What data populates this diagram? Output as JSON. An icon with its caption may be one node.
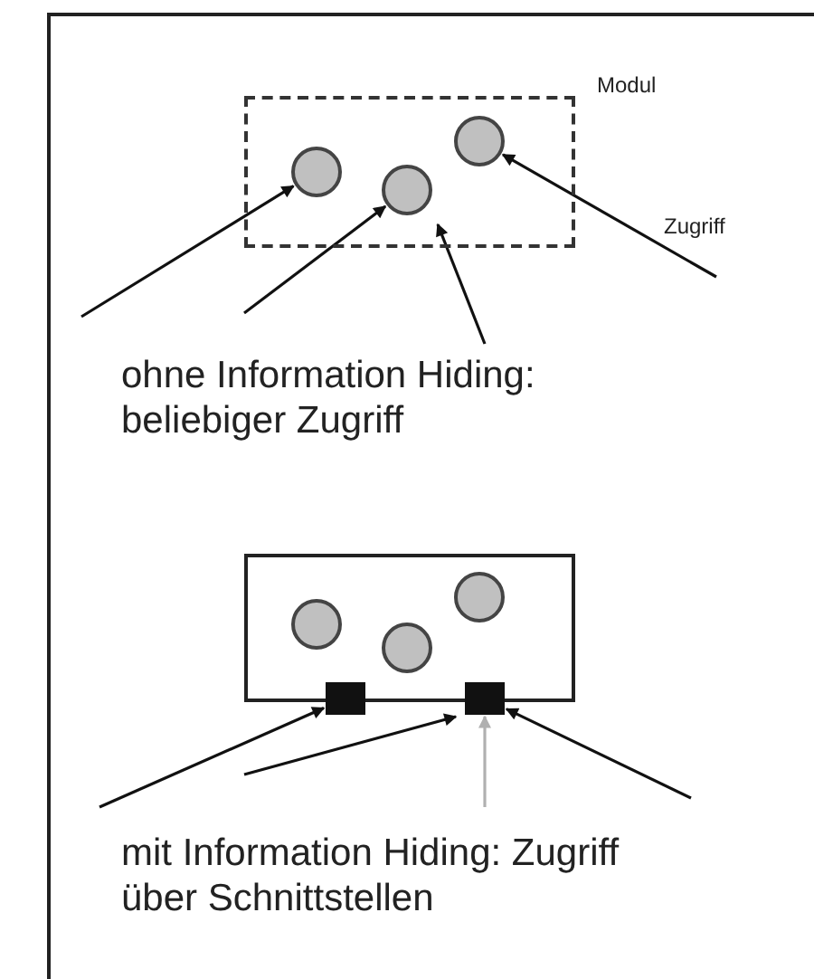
{
  "diagram": {
    "nodes": [
      {
        "text": [],
        "shape": "box",
        "beside": [
          "Modul"
        ]
      },
      {
        "text": [],
        "shape": "circle",
        "in": 0
      },
      {
        "text": [],
        "shape": "circle",
        "in": 0
      },
      {
        "text": [],
        "shape": "circle",
        "in": 0
      },
      {
        "text": [],
        "shape": "box"
      },
      {
        "text": [],
        "shape": "circle",
        "in": 4
      },
      {
        "text": [],
        "shape": "circle",
        "in": 4
      },
      {
        "text": [],
        "shape": "circle",
        "in": 4
      },
      {
        "text": [],
        "shape": "box"
      },
      {
        "text": [],
        "shape": "box"
      }
    ],
    "edges": [
      {
        "from": null,
        "to": 1,
        "arrow": "to"
      },
      {
        "from": null,
        "to": 2,
        "arrow": "to"
      },
      {
        "from": null,
        "to": 2,
        "arrow": "to"
      },
      {
        "from": null,
        "to": 3,
        "arrow": "to"
      },
      {
        "from": null,
        "to": 8,
        "arrow": "to"
      },
      {
        "from": null,
        "to": 9,
        "arrow": "to"
      },
      {
        "from": null,
        "to": 9,
        "arrow": "to",
        "color": "#b0b0b0"
      },
      {
        "from": null,
        "to": 9,
        "arrow": "to"
      }
    ],
    "labels": [
      "Zugriff",
      "ohne Information Hiding: beliebiger Zugriff",
      "mit Information Hiding: Zugriff über Schnittstellen"
    ]
  }
}
